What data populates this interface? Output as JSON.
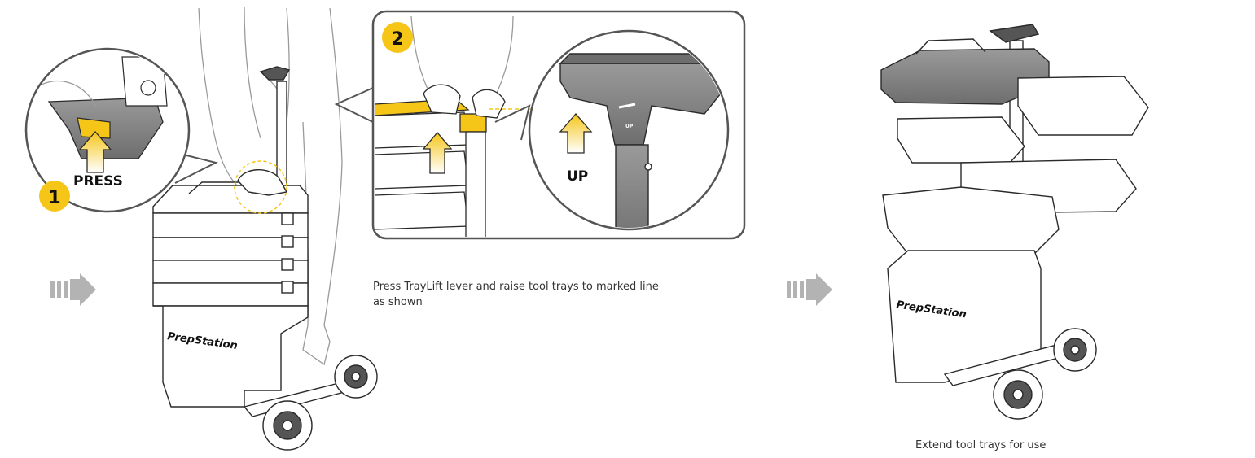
{
  "colors": {
    "accent_yellow": "#f5c518",
    "line": "#2a2a2a",
    "tray_fill": "#8a8a8a",
    "tray_dark": "#555555",
    "arrow_gray": "#b3b3b3",
    "panel_border": "#555555"
  },
  "steps": [
    {
      "number": "1",
      "label": "PRESS"
    },
    {
      "number": "2",
      "label": "UP"
    }
  ],
  "pole_marking": "UP",
  "brand": "PrepStation",
  "captions": {
    "press": "Press TrayLift lever and raise tool trays to marked line as shown",
    "extend": "Extend tool trays for use"
  },
  "icons": {
    "step_arrow": "double-chevron-arrow-right-icon",
    "up_arrow": "up-arrow-icon"
  }
}
